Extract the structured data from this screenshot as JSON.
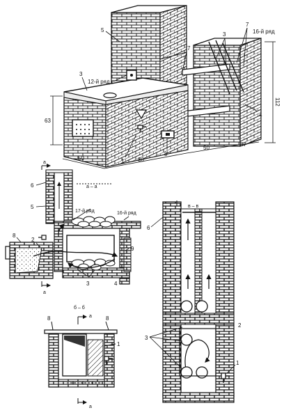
{
  "iso_view": {
    "callouts": {
      "flue_chimney": "5",
      "stove_top": "3",
      "pipes": "3",
      "vent_pipes": "7",
      "vent_pipe_left": "7",
      "row_16": "16-й ряд",
      "row_12": "12-й ряд",
      "water_tank": "1",
      "ash_door": "8",
      "right_column": "4"
    },
    "dimensions": {
      "height_left": "63",
      "height_right": "112",
      "width_front": "50",
      "length_firebox": "86",
      "gap": "50",
      "right_width": "37"
    }
  },
  "section_aa": {
    "title": "а – а",
    "marker": "а",
    "callouts": {
      "chimney": "6",
      "flue_wall": "5",
      "row_17": "17-й ряд",
      "row_16": "16-й ряд",
      "door": "8",
      "grate": "2",
      "stones": "3",
      "duct": "4",
      "right_wall": "9"
    }
  },
  "section_vv": {
    "title": "в – в",
    "callouts": {
      "chimney": "6",
      "pipes": "3",
      "side": "2",
      "tap": "1"
    }
  },
  "section_bb": {
    "title": "б – б",
    "marker": "а",
    "callouts": {
      "door_left": "8",
      "door_right": "8",
      "tank": "1"
    }
  }
}
